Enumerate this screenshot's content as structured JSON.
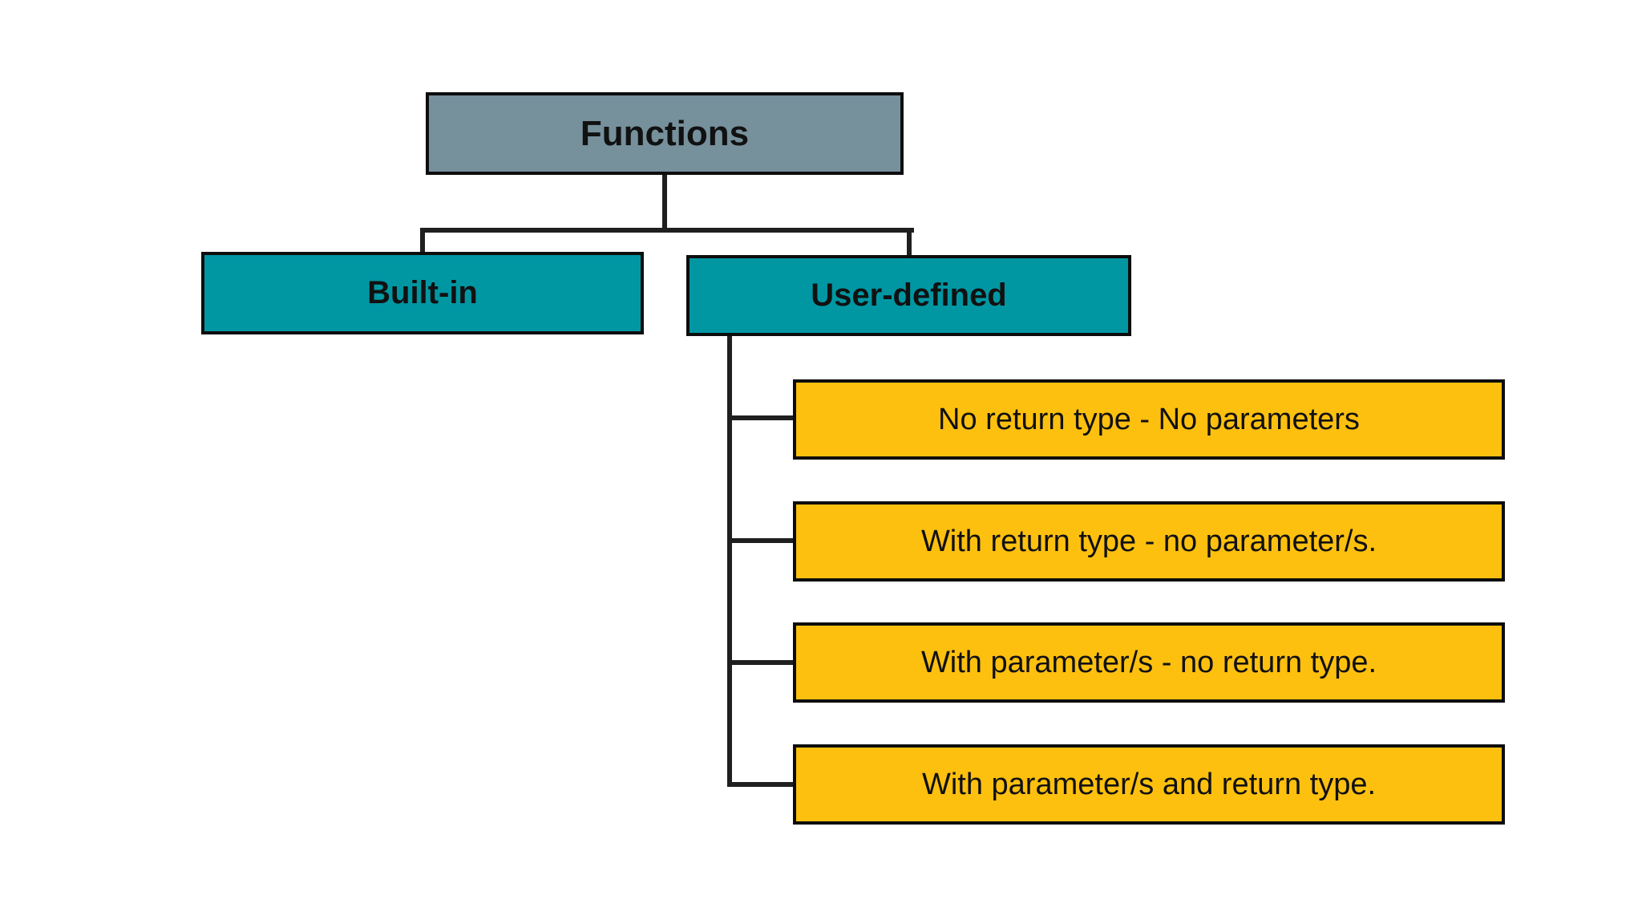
{
  "colors": {
    "background": "#FFFFFF",
    "root_fill": "#76909C",
    "branch_fill": "#0097A3",
    "leaf_fill": "#FEC00F",
    "line": "#1F1F1F",
    "box_border": "#0D0D0D",
    "text": "#111111"
  },
  "diagram": {
    "root": {
      "label": "Functions"
    },
    "branches": [
      {
        "label": "Built-in"
      },
      {
        "label": "User-defined"
      }
    ],
    "user_defined_types": [
      {
        "label": "No return type - No parameters"
      },
      {
        "label": "With return type - no parameter/s."
      },
      {
        "label": "With parameter/s - no return type."
      },
      {
        "label": "With parameter/s and return type."
      }
    ]
  }
}
